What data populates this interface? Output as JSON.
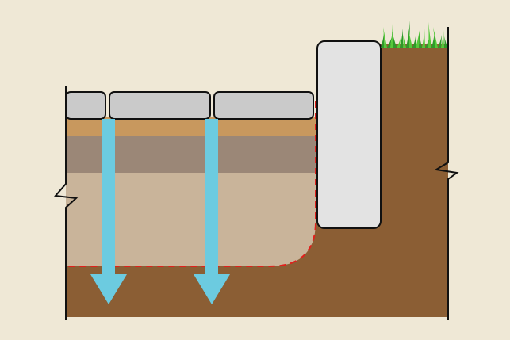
{
  "diagram": {
    "colors": {
      "background": "#efe8d6",
      "native_soil": "#8b5e34",
      "bedding_layer": "#c8985e",
      "base_layer": "#9b8777",
      "subbase_layer": "#c9b49a",
      "paver": "#cacaca",
      "curb": "#e3e3e3",
      "outline": "#111111",
      "water_arrow": "#6ccbe0",
      "boundary_dash": "#e0201c",
      "grass_dark": "#2e9a2a",
      "grass_light": "#55c93a"
    },
    "layers": [
      "bedding-layer",
      "base-layer",
      "subbase-layer",
      "native-soil"
    ],
    "pavers": 3,
    "flow_arrows": 2,
    "icons": [
      "grass-tuft-icon",
      "arrow-down-icon",
      "break-line-icon"
    ]
  }
}
